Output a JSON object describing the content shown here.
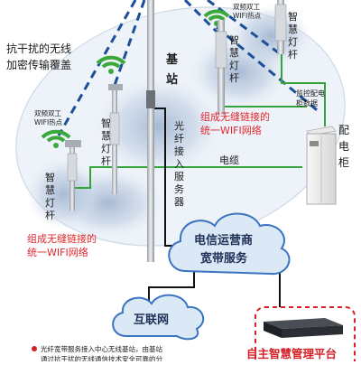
{
  "labels": {
    "anti_interference": [
      "抗干扰的无线",
      "加密传输覆盖"
    ],
    "wifi_hotspot": [
      "双频双工",
      "WIFI热点"
    ],
    "base_station": [
      "基",
      "站"
    ],
    "fiber_access": [
      "光",
      "纤",
      "接",
      "入",
      "服",
      "务",
      "器"
    ],
    "smart_pole": [
      "智",
      "慧",
      "灯",
      "杆"
    ],
    "mesh_network": [
      "组成无缝链接的",
      "统一WIFI网络"
    ],
    "cable": "电缆",
    "monitor_data": [
      "监控配电",
      "柜数据"
    ],
    "cabinet": [
      "配",
      "电",
      "柜"
    ],
    "telecom_cloud": [
      "电信运营商",
      "宽带服务"
    ],
    "internet_cloud": "互联网",
    "platform": "自主智慧管理平台",
    "footnote": [
      "光纤宽带服务接入中心无线基站，由基站",
      "通过抗干扰的无线通信技术安全可靠的分"
    ]
  },
  "colors": {
    "pole_text": "#1a1a1a",
    "wifi_green": "#3aa83a",
    "dash_blue": "#1c4f99",
    "ellipse": "#c8d7e8",
    "red_text": "#e0262b",
    "cable_green": "#33a33a",
    "cloud_fill": "#dbe9f6",
    "cloud_stroke": "#3a74c0",
    "cloud_text": "#1d2f57",
    "platform_red": "#d71f27"
  },
  "icons": [
    "wifi-icon",
    "street-light-icon",
    "cabinet-icon",
    "server-icon"
  ]
}
